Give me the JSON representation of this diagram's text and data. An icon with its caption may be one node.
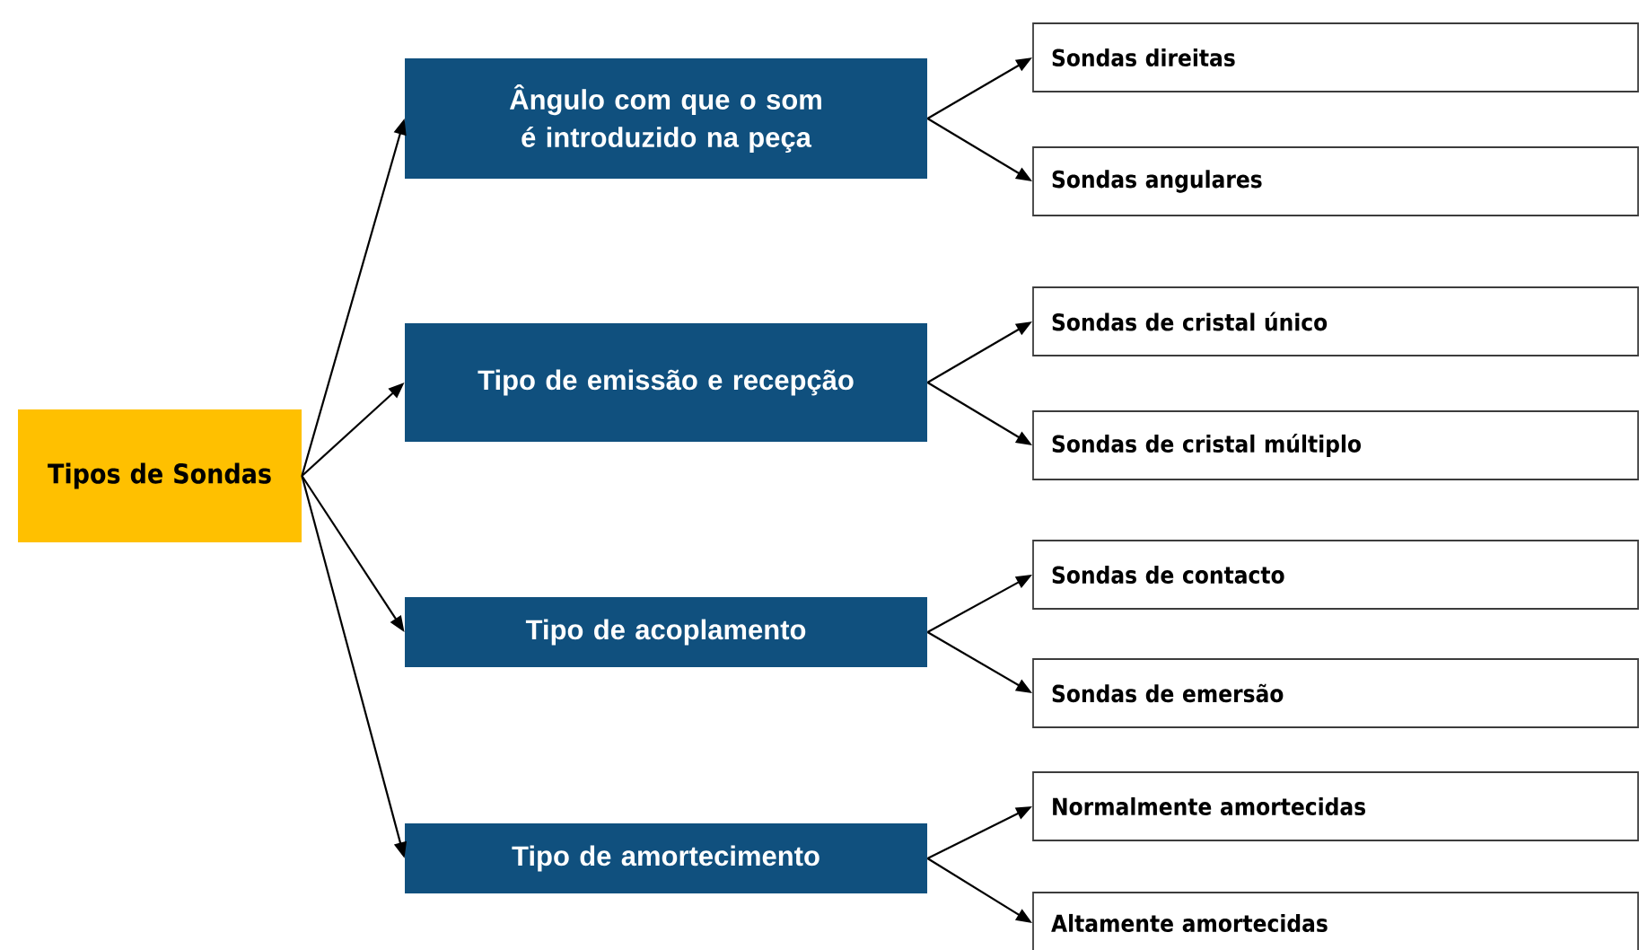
{
  "diagram": {
    "nodes": [
      {
        "text": [
          "Tipos de Sondas"
        ]
      },
      {
        "text": [
          "Ângulo com que o som é introduzido na peça"
        ]
      },
      {
        "text": [
          "Tipo de emissão e recepção"
        ]
      },
      {
        "text": [
          "Tipo de acoplamento"
        ]
      },
      {
        "text": [
          "Tipo de amortecimento"
        ]
      },
      {
        "text": [
          "Sondas direitas"
        ]
      },
      {
        "text": [
          "Sondas angulares"
        ]
      },
      {
        "text": [
          "Sondas de cristal único"
        ]
      },
      {
        "text": [
          "Sondas de cristal múltiplo"
        ]
      },
      {
        "text": [
          "Sondas de contacto"
        ]
      },
      {
        "text": [
          "Sondas de emersão"
        ]
      },
      {
        "text": [
          "Normalmente amortecidas"
        ]
      },
      {
        "text": [
          "Altamente amortecidas"
        ]
      }
    ],
    "edges": [
      {
        "from": 0,
        "to": 1,
        "arrow": "to"
      },
      {
        "from": 0,
        "to": 2,
        "arrow": "to"
      },
      {
        "from": 0,
        "to": 3,
        "arrow": "to"
      },
      {
        "from": 0,
        "to": 4,
        "arrow": "to"
      },
      {
        "from": 1,
        "to": 5,
        "arrow": "to"
      },
      {
        "from": 1,
        "to": 6,
        "arrow": "to"
      },
      {
        "from": 2,
        "to": 7,
        "arrow": "to"
      },
      {
        "from": 2,
        "to": 8,
        "arrow": "to"
      },
      {
        "from": 3,
        "to": 9,
        "arrow": "to"
      },
      {
        "from": 3,
        "to": 10,
        "arrow": "to"
      },
      {
        "from": 4,
        "to": 11,
        "arrow": "to"
      },
      {
        "from": 4,
        "to": 12,
        "arrow": "to"
      }
    ]
  }
}
